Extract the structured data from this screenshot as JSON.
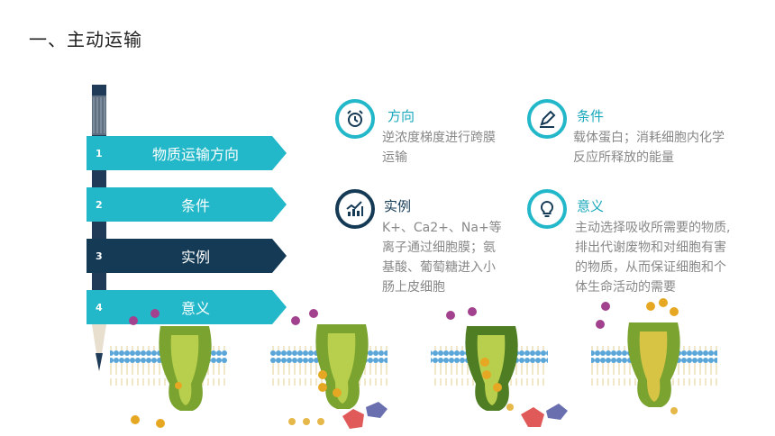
{
  "slide": {
    "title": "一、主动运输"
  },
  "tabs": [
    {
      "num": "1",
      "label": "物质运输方向",
      "color": "#22b8c9"
    },
    {
      "num": "2",
      "label": "条件",
      "color": "#22b8c9"
    },
    {
      "num": "3",
      "label": "实例",
      "color": "#153a55"
    },
    {
      "num": "4",
      "label": "意义",
      "color": "#22b8c9"
    }
  ],
  "info": {
    "direction": {
      "heading": "方向",
      "text_line1": "逆浓度梯度进行跨膜",
      "text_line2": "运输",
      "icon": "alarm-clock-icon"
    },
    "condition": {
      "heading": "条件",
      "text_line1": "载体蛋白；消耗细胞内化学",
      "text_line2": "反应所释放的能量",
      "icon": "pen-edit-icon"
    },
    "example": {
      "heading": "实例",
      "text_line1": "K+、Ca2+、Na+等",
      "text_line2": "离子通过细胞膜；氨",
      "text_line3": "基酸、葡萄糖进入小",
      "text_line4": "肠上皮细胞",
      "icon": "growth-chart-icon"
    },
    "significance": {
      "heading": "意义",
      "text_line1": "主动选择吸收所需要的物质,",
      "text_line2": "排出代谢废物和对细胞有害",
      "text_line3": "的物质，从而保证细胞和个",
      "text_line4": "体生命活动的需要",
      "icon": "lightbulb-icon"
    }
  },
  "colors": {
    "accent": "#22b8c9",
    "dark": "#153a55",
    "text_gray": "#888888"
  }
}
